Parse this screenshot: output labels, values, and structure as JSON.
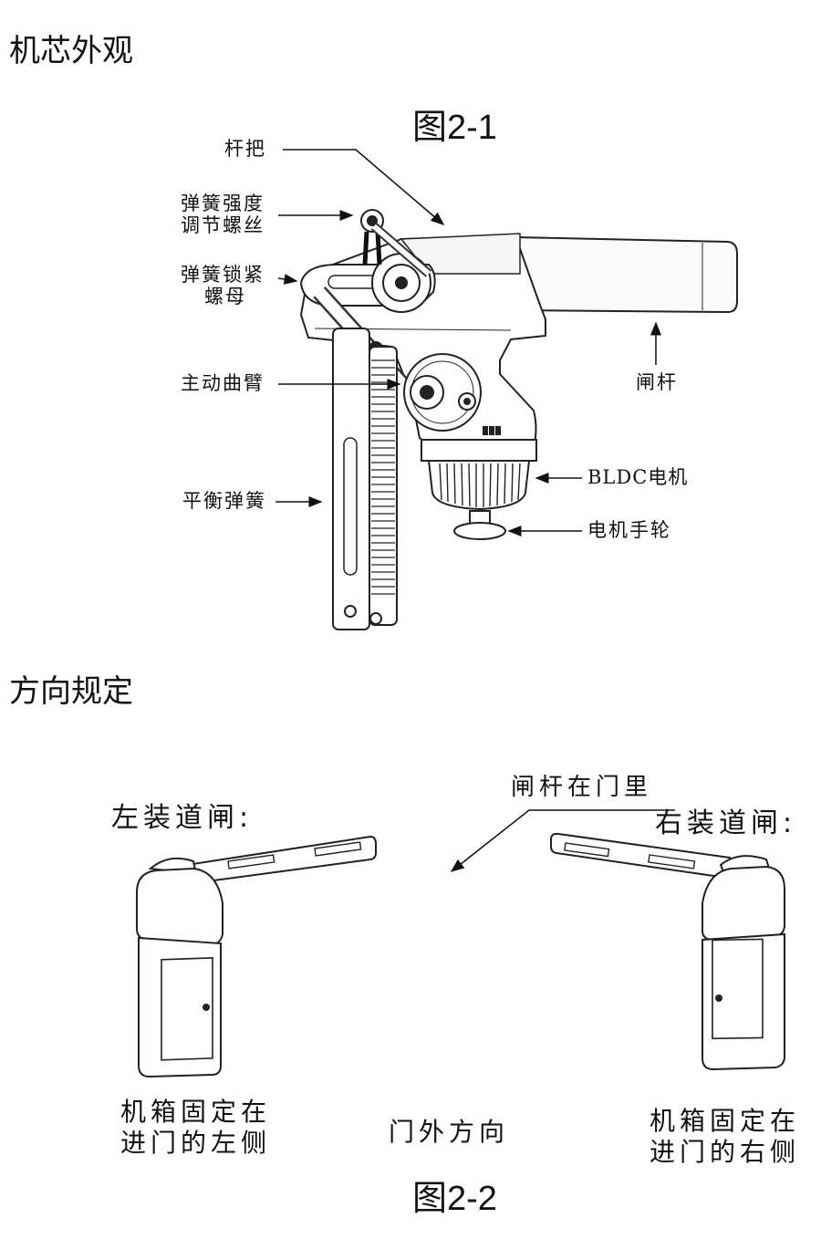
{
  "sections": {
    "core_heading": "机芯外观",
    "direction_heading": "方向规定"
  },
  "figure1": {
    "caption": "图2-1",
    "labels": {
      "lever": "杆把",
      "spring_adjust_line1": "弹簧强度",
      "spring_adjust_line2": "调节螺丝",
      "spring_nut_line1": "弹簧锁紧",
      "spring_nut_line2": "螺母",
      "crank": "主动曲臂",
      "balance_spring": "平衡弹簧",
      "barrier_arm": "闸杆",
      "motor": "BLDC电机",
      "handwheel": "电机手轮"
    }
  },
  "figure2": {
    "caption": "图2-2",
    "left_gate": "左装道闸:",
    "right_gate": "右装道闸:",
    "arm_inside": "闸杆在门里",
    "left_cabinet_line1": "机箱固定在",
    "left_cabinet_line2": "进门的左侧",
    "outside_direction": "门外方向",
    "right_cabinet_line1": "机箱固定在",
    "right_cabinet_line2": "进门的右侧"
  }
}
